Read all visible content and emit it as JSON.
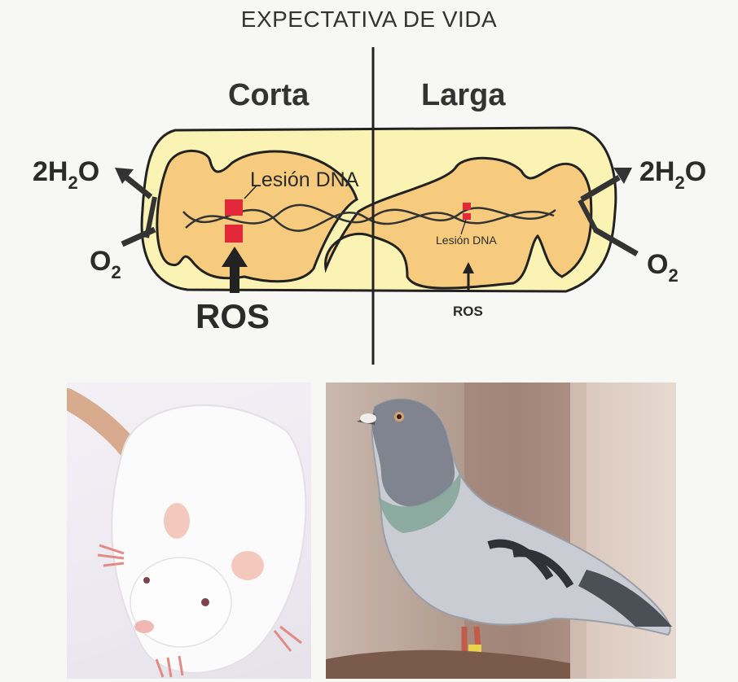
{
  "title": "EXPECTATIVA DE VIDA",
  "sides": {
    "left": "Corta",
    "right": "Larga"
  },
  "chem": {
    "h2o_prefix": "2H",
    "h2o_sub": "2",
    "h2o_suffix": "O",
    "o2_prefix": "O",
    "o2_sub": "2"
  },
  "lesion": {
    "large": "Lesión DNA",
    "small": "Lesión DNA"
  },
  "ros": {
    "large": "ROS",
    "small": "ROS"
  },
  "colors": {
    "outer_membrane": "#fbf3b4",
    "matrix": "#f7cb7e",
    "lesion": "#e3283a",
    "line": "#333333"
  },
  "photos": {
    "left": "rat-icon",
    "right": "pigeon-icon"
  }
}
